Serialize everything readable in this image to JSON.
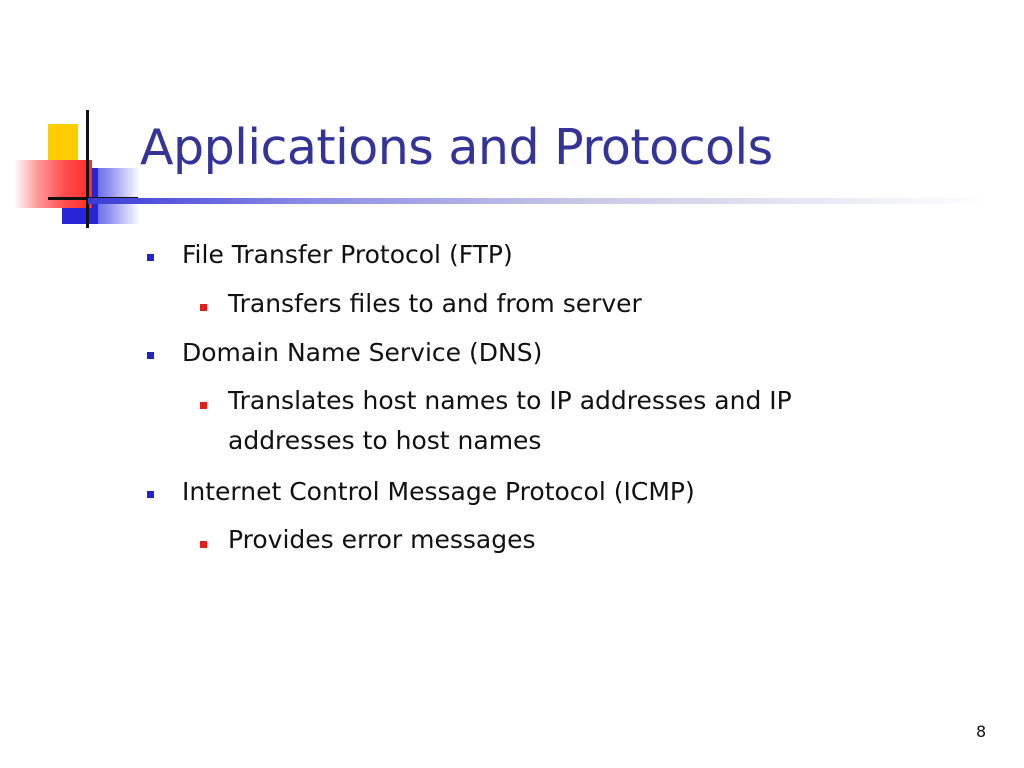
{
  "slide": {
    "title": "Applications and Protocols",
    "page_number": "8",
    "colors": {
      "title": "#333399",
      "bullet_level1": "#2222cc",
      "bullet_level2": "#e0201a",
      "text": "#111111"
    },
    "bullets": [
      {
        "text": "File Transfer Protocol (FTP)",
        "children": [
          {
            "text": "Transfers files to and from server"
          }
        ]
      },
      {
        "text": "Domain Name Service (DNS)",
        "children": [
          {
            "line1": "Translates host names to IP addresses and IP",
            "line2": "addresses to host names"
          }
        ]
      },
      {
        "text": "Internet Control Message Protocol (ICMP)",
        "children": [
          {
            "text": "Provides error messages"
          }
        ]
      }
    ]
  }
}
